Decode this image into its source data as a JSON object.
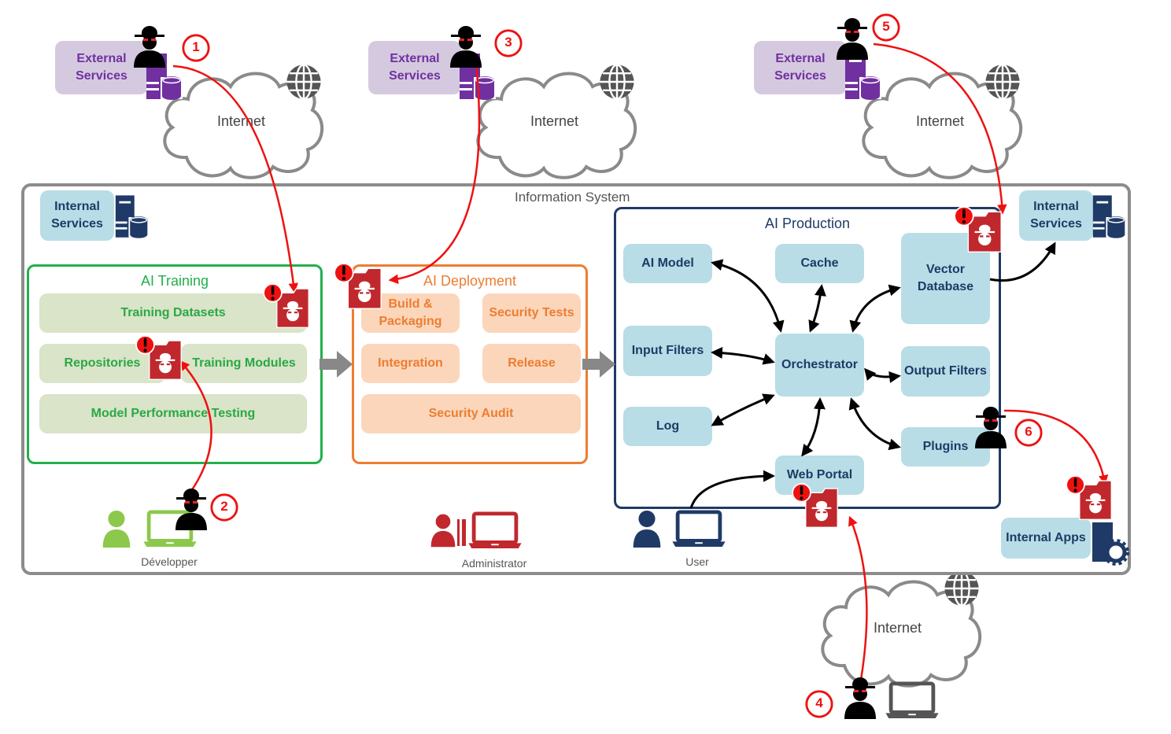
{
  "diagram": {
    "title": "Information System",
    "internet_label": "Internet",
    "external_services": [
      {
        "label": "External Services"
      },
      {
        "label": "External Services"
      },
      {
        "label": "External Services"
      }
    ],
    "internal_services_left": "Internal Services",
    "internal_services_right": "Internal Services",
    "internal_apps": "Internal Apps",
    "ai_training": {
      "title": "AI Training",
      "items": [
        "Training Datasets",
        "Repositories",
        "Training Modules",
        "Model Performance Testing"
      ]
    },
    "ai_deployment": {
      "title": "AI Deployment",
      "items": [
        "Build & Packaging",
        "Security Tests",
        "Integration",
        "Release",
        "Security Audit"
      ]
    },
    "ai_production": {
      "title": "AI Production",
      "items": [
        "AI Model",
        "Cache",
        "Vector Database",
        "Input Filters",
        "Orchestrator",
        "Output Filters",
        "Log",
        "Plugins",
        "Web Portal"
      ]
    },
    "actors": {
      "developer": "Développer",
      "administrator": "Administrator",
      "user": "User"
    },
    "attack_numbers": [
      "1",
      "2",
      "3",
      "4",
      "5",
      "6"
    ],
    "colors": {
      "attack": "#ee1111",
      "training": "#22b04b",
      "deployment": "#ed7d31",
      "production": "#1f3a66",
      "external": "#7030a0",
      "compromise": "#c0282d"
    }
  }
}
